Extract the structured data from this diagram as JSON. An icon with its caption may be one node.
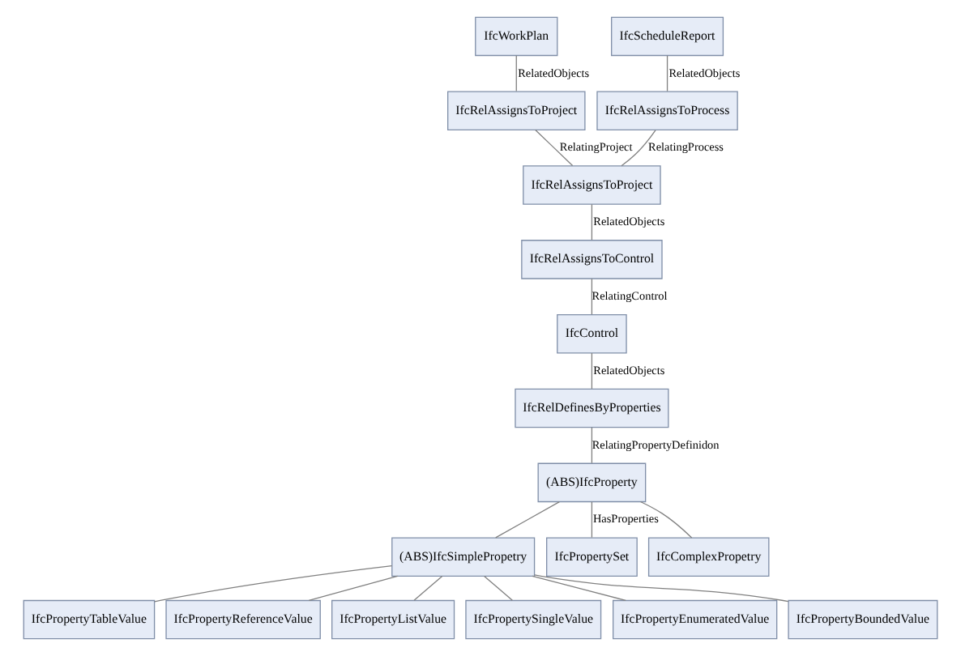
{
  "diagram": {
    "nodes": [
      {
        "text": [
          "IfcWorkPlan"
        ]
      },
      {
        "text": [
          "IfcScheduleReport"
        ]
      },
      {
        "text": [
          "IfcRelAssignsToProject"
        ]
      },
      {
        "text": [
          "IfcRelAssignsToProcess"
        ]
      },
      {
        "text": [
          "IfcRelAssignsToProject"
        ]
      },
      {
        "text": [
          "IfcRelAssignsToControl"
        ]
      },
      {
        "text": [
          "IfcControl"
        ]
      },
      {
        "text": [
          "IfcRelDefinesByProperties"
        ]
      },
      {
        "text": [
          "(ABS)IfcProperty"
        ]
      },
      {
        "text": [
          "(ABS)IfcSimplePropetry"
        ]
      },
      {
        "text": [
          "IfcPropertySet"
        ]
      },
      {
        "text": [
          "IfcComplexPropetry"
        ]
      },
      {
        "text": [
          "IfcPropertyTableValue"
        ]
      },
      {
        "text": [
          "IfcPropertyReferenceValue"
        ]
      },
      {
        "text": [
          "IfcPropertyListValue"
        ]
      },
      {
        "text": [
          "IfcPropertySingleValue"
        ]
      },
      {
        "text": [
          "IfcPropertyEnumeratedValue"
        ]
      },
      {
        "text": [
          "IfcPropertyBoundedValue"
        ]
      }
    ],
    "edges": [
      {
        "from": 0,
        "to": 2,
        "arrow": "none",
        "label": "RelatedObjects"
      },
      {
        "from": 1,
        "to": 3,
        "arrow": "none",
        "label": "RelatedObjects"
      },
      {
        "from": 2,
        "to": 4,
        "arrow": "none",
        "label": "RelatingProject"
      },
      {
        "from": 3,
        "to": 4,
        "arrow": "none",
        "label": "RelatingProcess"
      },
      {
        "from": 4,
        "to": 5,
        "arrow": "none",
        "label": "RelatedObjects"
      },
      {
        "from": 5,
        "to": 6,
        "arrow": "none",
        "label": "RelatingControl"
      },
      {
        "from": 6,
        "to": 7,
        "arrow": "none",
        "label": "RelatedObjects"
      },
      {
        "from": 7,
        "to": 8,
        "arrow": "none",
        "label": "RelatingPropertyDefinidon"
      },
      {
        "from": 8,
        "to": 10,
        "arrow": "none",
        "label": "HasProperties"
      },
      {
        "from": 8,
        "to": 9,
        "arrow": "none"
      },
      {
        "from": 8,
        "to": 11,
        "arrow": "none"
      },
      {
        "from": 9,
        "to": 12,
        "arrow": "none"
      },
      {
        "from": 9,
        "to": 13,
        "arrow": "none"
      },
      {
        "from": 9,
        "to": 14,
        "arrow": "none"
      },
      {
        "from": 9,
        "to": 15,
        "arrow": "none"
      },
      {
        "from": 9,
        "to": 16,
        "arrow": "none"
      },
      {
        "from": 9,
        "to": 17,
        "arrow": "none"
      }
    ]
  }
}
